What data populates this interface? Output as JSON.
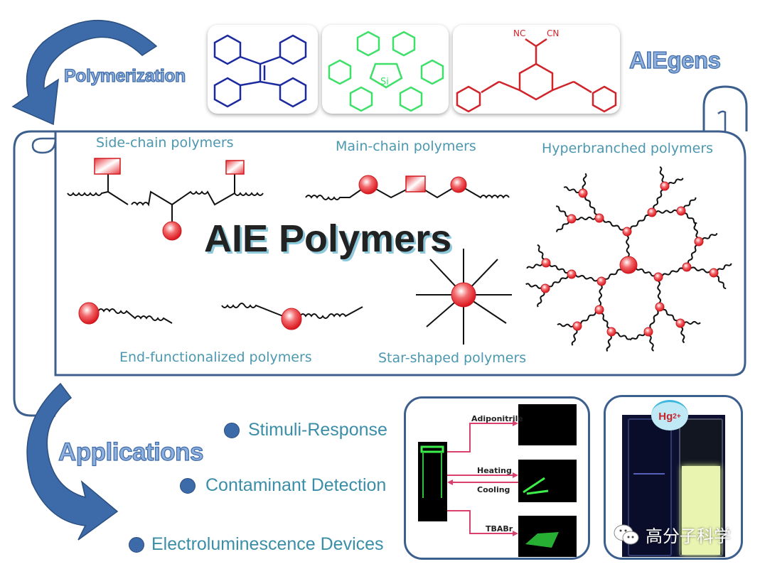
{
  "diagram": {
    "title": "AIE Polymers",
    "step_polymerization": "Polymerization",
    "step_aiegens": "AIEgens",
    "step_applications": "Applications",
    "aiegens": [
      {
        "name": "tetraphenylethene",
        "color": "#1c2aa0"
      },
      {
        "name": "hexaphenylsilole",
        "color": "#3ee06a",
        "atom_label": "Si"
      },
      {
        "name": "dicyanomethylene-distyryl",
        "color": "#d0232a",
        "group_labels": [
          "NC",
          "CN"
        ]
      }
    ],
    "polymer_types": {
      "side_chain": "Side-chain polymers",
      "main_chain": "Main-chain polymers",
      "hyperbranched": "Hyperbranched  polymers",
      "end_functionalized": "End-functionalized  polymers",
      "star_shaped": "Star-shaped polymers"
    },
    "applications": [
      "Stimuli-Response",
      "Contaminant Detection",
      "Electroluminescence Devices"
    ],
    "stimuli_panel": {
      "labels": [
        "Adiponitrile",
        "Heating",
        "Cooling",
        "TBABr"
      ]
    },
    "detection_panel": {
      "ion_label": "Hg",
      "ion_charge": "2+"
    },
    "watermark": "高分子科学"
  },
  "colors": {
    "accent_blue": "#3d6aa8",
    "aie_red": "#e0262c",
    "label_teal": "#4b98b0",
    "arrow_pink": "#d9406b",
    "fluorescent_green": "#3cf04a"
  }
}
